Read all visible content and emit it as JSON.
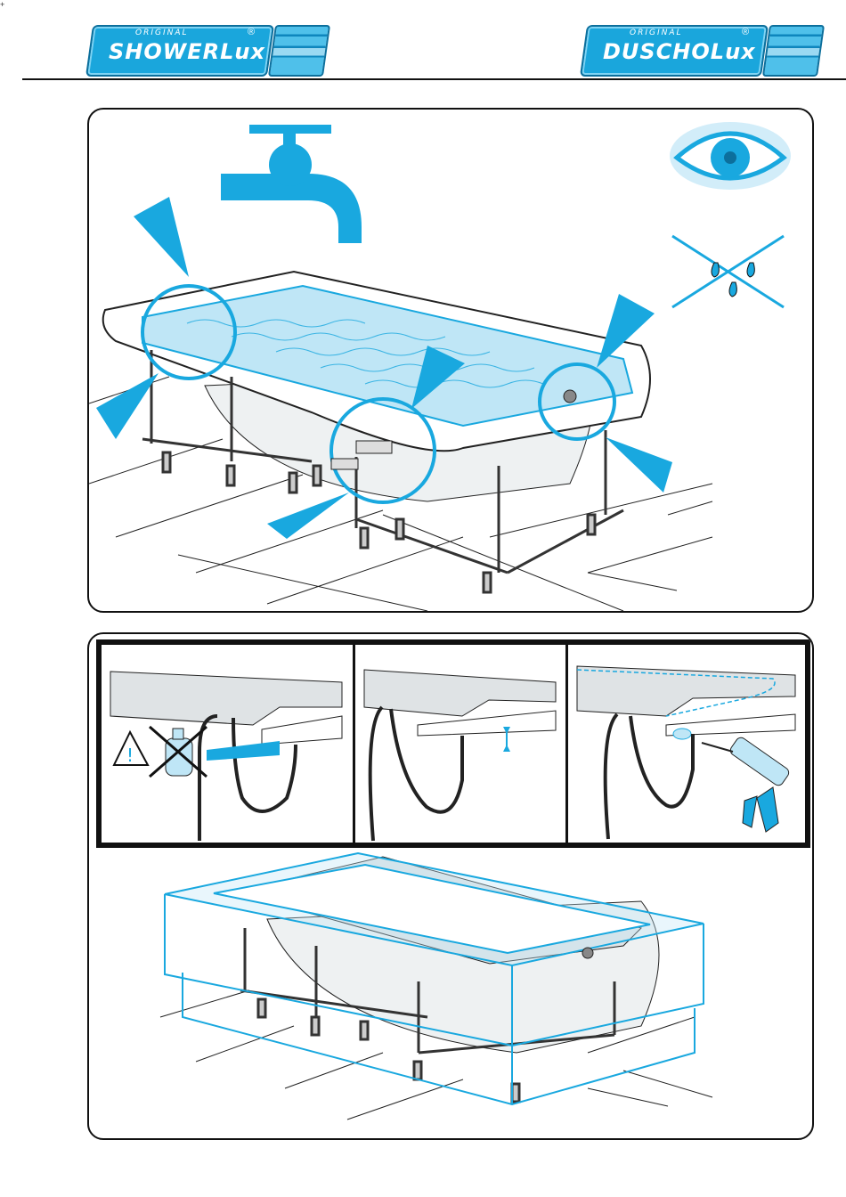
{
  "header": {
    "left_logo": {
      "sub": "ORIGINAL",
      "name": "SHOWERLux",
      "mark": "®"
    },
    "right_logo": {
      "sub": "ORIGINAL",
      "name": "DUSCHOLux",
      "mark": "®"
    }
  },
  "colors": {
    "accent": "#19a8df",
    "light_accent": "#bfe6f6",
    "line": "#1a1a1a",
    "brand_dark": "#0c6f9c"
  },
  "icons": [
    "water-tap-icon",
    "eye-inspect-icon",
    "no-drops-icon",
    "warning-triangle-icon",
    "no-solvent-bottle-icon",
    "sealant-gun-icon"
  ],
  "warning_symbol": "!"
}
